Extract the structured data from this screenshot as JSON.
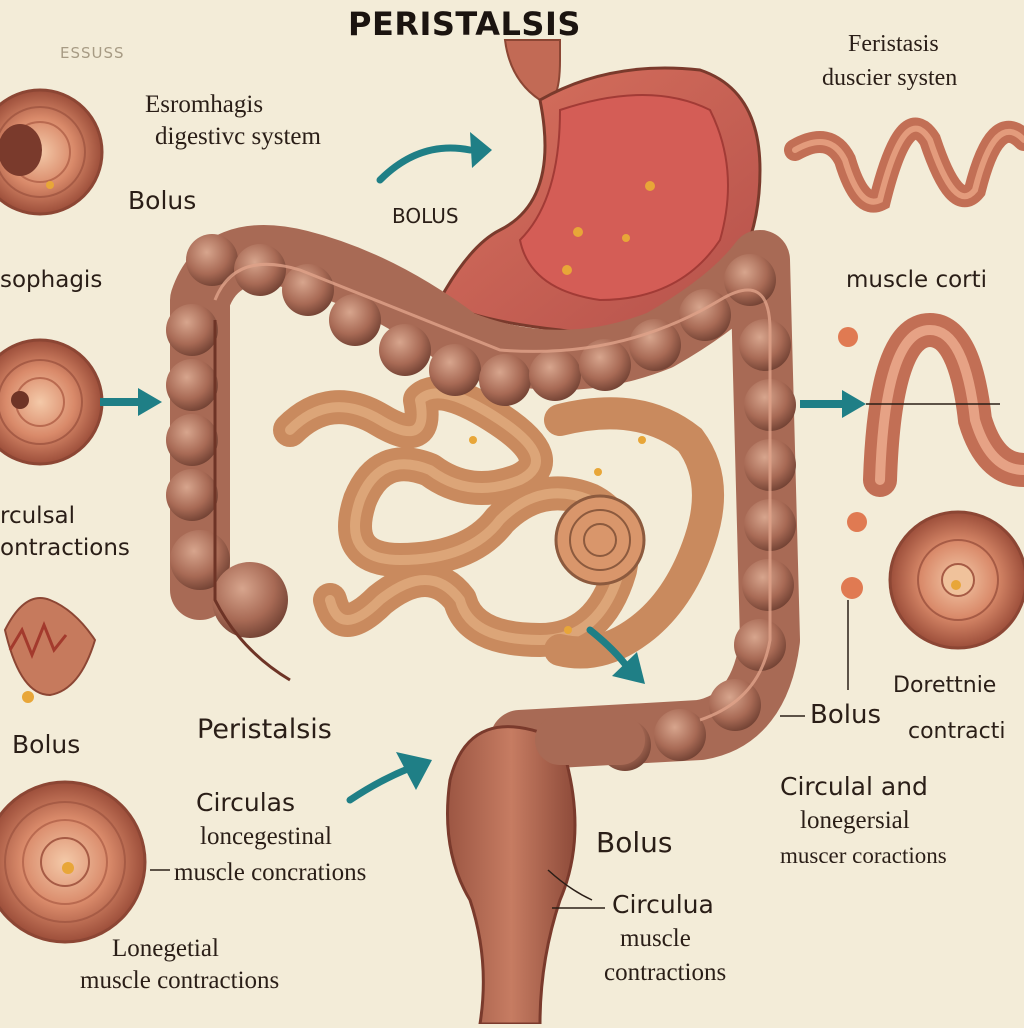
{
  "title": "PERISTALSIS",
  "labels": {
    "faint_top_left": "ESSUSS",
    "top_left_1": "Esromhagis",
    "top_left_2": "digestivc system",
    "bolus_left_top": "Bolus",
    "bolus_center_top": "BOLUS",
    "esophagus_left": "sophagis",
    "circulsal_1": "rculsal",
    "circulsal_2": "ontractions",
    "bolus_left_mid": "Bolus",
    "peristalsis_mid": "Peristalsis",
    "circulas_1": "Circulas",
    "circulas_2": "loncegestinal",
    "circulas_3": "muscle concrations",
    "longegtial_1": "Lonegetial",
    "longegtial_2": "muscle contractions",
    "top_right_1": "Feristasis",
    "top_right_2": "duscier systen",
    "muscle_right": "muscle corti",
    "bolus_right": "Bolus",
    "dorettnie_1": "Dorettnie",
    "dorettnie_2": "contracti",
    "circulal_and_1": "Circulal and",
    "circulal_and_2": "lonegersial",
    "circulal_and_3": "muscer coractions",
    "bolus_bottom_center": "Bolus",
    "circulua_1": "Circulua",
    "circulua_2": "muscle",
    "circulua_3": "contractions"
  },
  "colors": {
    "background": "#f3ecd8",
    "muscle": "#c9785c",
    "muscle_dark": "#8f4a36",
    "colon": "#a9705c",
    "small_intestine": "#c98a5e",
    "stomach_inner": "#c9605a",
    "arrow": "#1f7f86",
    "accent_dot": "#e07a52"
  },
  "icons": {
    "pointer": "arrow-right-icon",
    "marker": "dot-icon"
  }
}
